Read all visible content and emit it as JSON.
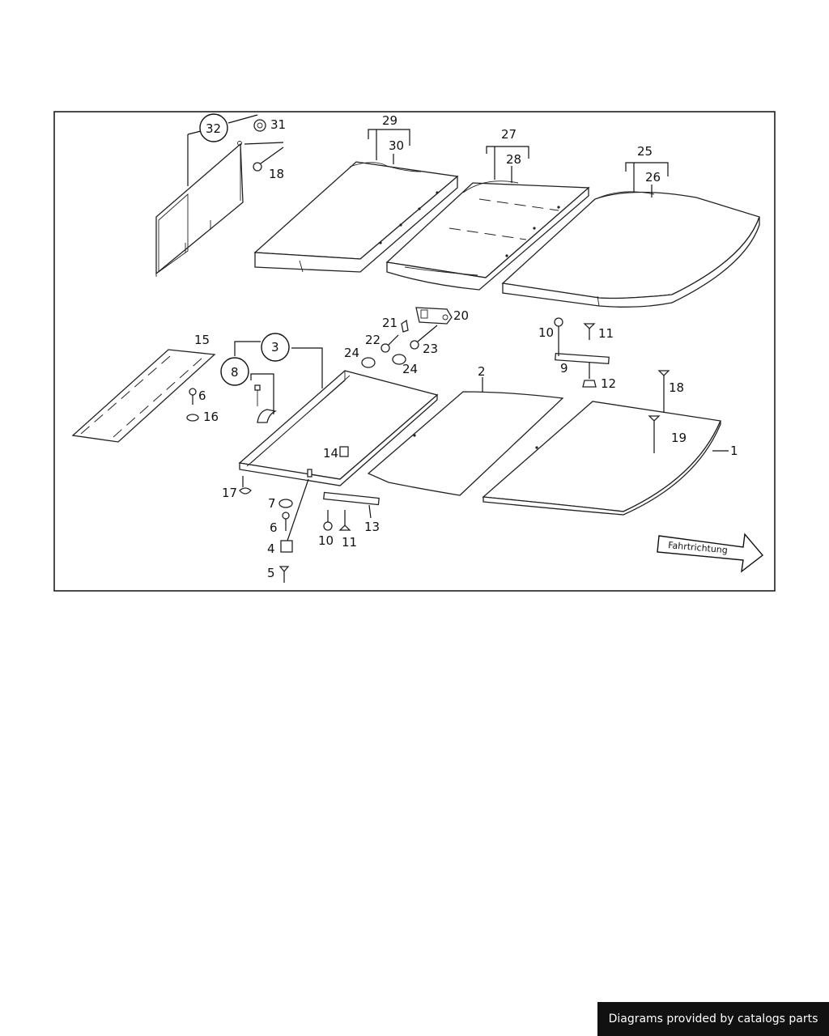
{
  "diagram": {
    "callouts": [
      "1",
      "2",
      "3",
      "4",
      "5",
      "6",
      "7",
      "8",
      "9",
      "10",
      "11",
      "12",
      "13",
      "14",
      "15",
      "16",
      "17",
      "18",
      "19",
      "20",
      "21",
      "22",
      "23",
      "24",
      "25",
      "26",
      "27",
      "28",
      "29",
      "30",
      "31",
      "32"
    ],
    "direction_label": "Fahrtrichtung"
  },
  "footer": {
    "text": "Diagrams provided by catalogs parts"
  }
}
